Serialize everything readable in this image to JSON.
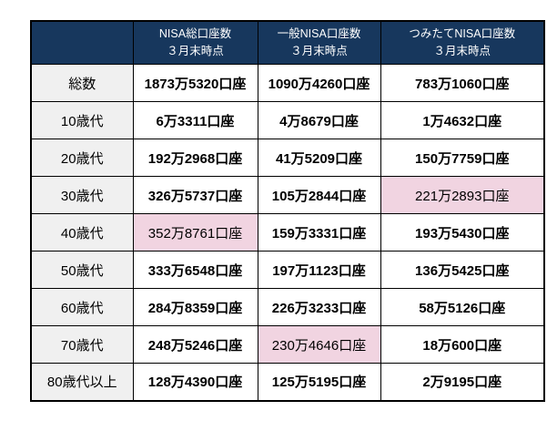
{
  "colors": {
    "header_bg": "#17375d",
    "header_text": "#ffffff",
    "row_label_bg": "#f0f0f0",
    "cell_bg": "#ffffff",
    "highlight_bg": "#f1d4e1",
    "border": "#000000"
  },
  "chart_data": {
    "type": "table",
    "header": {
      "corner": "",
      "columns": [
        {
          "title": "NISA総口座数",
          "subtitle": "３月末時点"
        },
        {
          "title": "一般NISA口座数",
          "subtitle": "３月末時点"
        },
        {
          "title": "つみたてNISA口座数",
          "subtitle": "３月末時点"
        }
      ]
    },
    "rows": [
      {
        "label": "総数",
        "cells": [
          {
            "text": "1873万5320口座",
            "highlight": false
          },
          {
            "text": "1090万4260口座",
            "highlight": false
          },
          {
            "text": "783万1060口座",
            "highlight": false
          }
        ]
      },
      {
        "label": "10歳代",
        "cells": [
          {
            "text": "6万3311口座",
            "highlight": false
          },
          {
            "text": "4万8679口座",
            "highlight": false
          },
          {
            "text": "1万4632口座",
            "highlight": false
          }
        ]
      },
      {
        "label": "20歳代",
        "cells": [
          {
            "text": "192万2968口座",
            "highlight": false
          },
          {
            "text": "41万5209口座",
            "highlight": false
          },
          {
            "text": "150万7759口座",
            "highlight": false
          }
        ]
      },
      {
        "label": "30歳代",
        "cells": [
          {
            "text": "326万5737口座",
            "highlight": false
          },
          {
            "text": "105万2844口座",
            "highlight": false
          },
          {
            "text": "221万2893口座",
            "highlight": true
          }
        ]
      },
      {
        "label": "40歳代",
        "cells": [
          {
            "text": "352万8761口座",
            "highlight": true
          },
          {
            "text": "159万3331口座",
            "highlight": false
          },
          {
            "text": "193万5430口座",
            "highlight": false
          }
        ]
      },
      {
        "label": "50歳代",
        "cells": [
          {
            "text": "333万6548口座",
            "highlight": false
          },
          {
            "text": "197万1123口座",
            "highlight": false
          },
          {
            "text": "136万5425口座",
            "highlight": false
          }
        ]
      },
      {
        "label": "60歳代",
        "cells": [
          {
            "text": "284万8359口座",
            "highlight": false
          },
          {
            "text": "226万3233口座",
            "highlight": false
          },
          {
            "text": "58万5126口座",
            "highlight": false
          }
        ]
      },
      {
        "label": "70歳代",
        "cells": [
          {
            "text": "248万5246口座",
            "highlight": false
          },
          {
            "text": "230万4646口座",
            "highlight": true
          },
          {
            "text": "18万600口座",
            "highlight": false
          }
        ]
      },
      {
        "label": "80歳代以上",
        "cells": [
          {
            "text": "128万4390口座",
            "highlight": false
          },
          {
            "text": "125万5195口座",
            "highlight": false
          },
          {
            "text": "2万9195口座",
            "highlight": false
          }
        ]
      }
    ]
  }
}
